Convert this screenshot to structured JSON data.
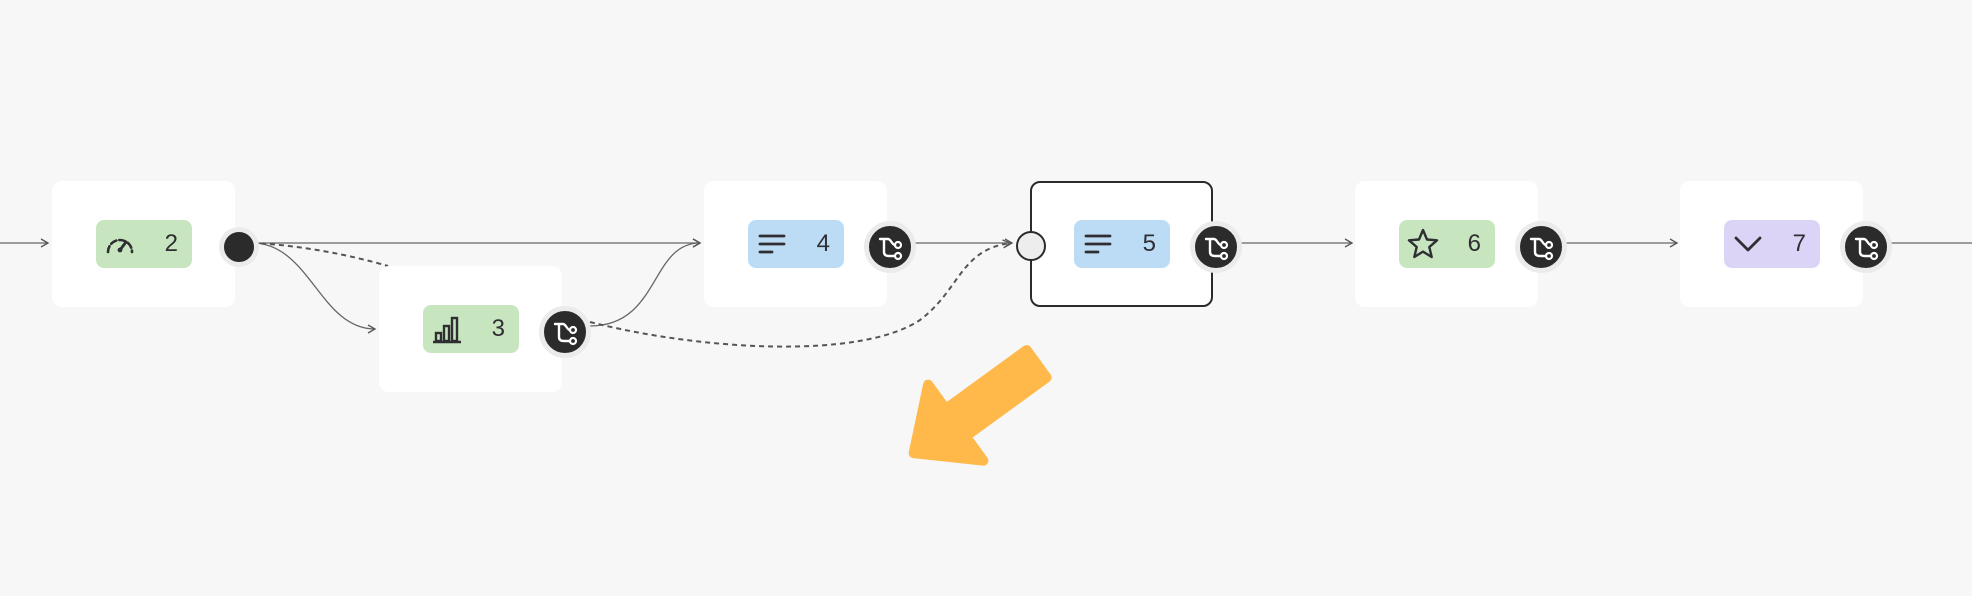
{
  "colors": {
    "background": "#f7f7f7",
    "card": "#ffffff",
    "green_pill": "#c7e6bf",
    "blue_pill": "#bcdcf6",
    "purple_pill": "#dcd4f7",
    "port_dark": "#2b2b2b",
    "pointer": "#ffb84a"
  },
  "nodes": [
    {
      "id": "node-2",
      "number": "2",
      "icon": "speedometer-icon",
      "pill_color": "green",
      "output_port": "dot"
    },
    {
      "id": "node-3",
      "number": "3",
      "icon": "bar-chart-icon",
      "pill_color": "green",
      "output_port": "branch"
    },
    {
      "id": "node-4",
      "number": "4",
      "icon": "text-lines-icon",
      "pill_color": "blue",
      "output_port": "branch"
    },
    {
      "id": "node-5",
      "number": "5",
      "icon": "text-lines-icon",
      "pill_color": "blue",
      "output_port": "branch",
      "selected": true
    },
    {
      "id": "node-6",
      "number": "6",
      "icon": "star-icon",
      "pill_color": "green",
      "output_port": "branch"
    },
    {
      "id": "node-7",
      "number": "7",
      "icon": "chevron-down-icon",
      "pill_color": "purple",
      "output_port": "branch"
    }
  ],
  "pointer": {
    "icon": "cursor-arrow-icon"
  }
}
